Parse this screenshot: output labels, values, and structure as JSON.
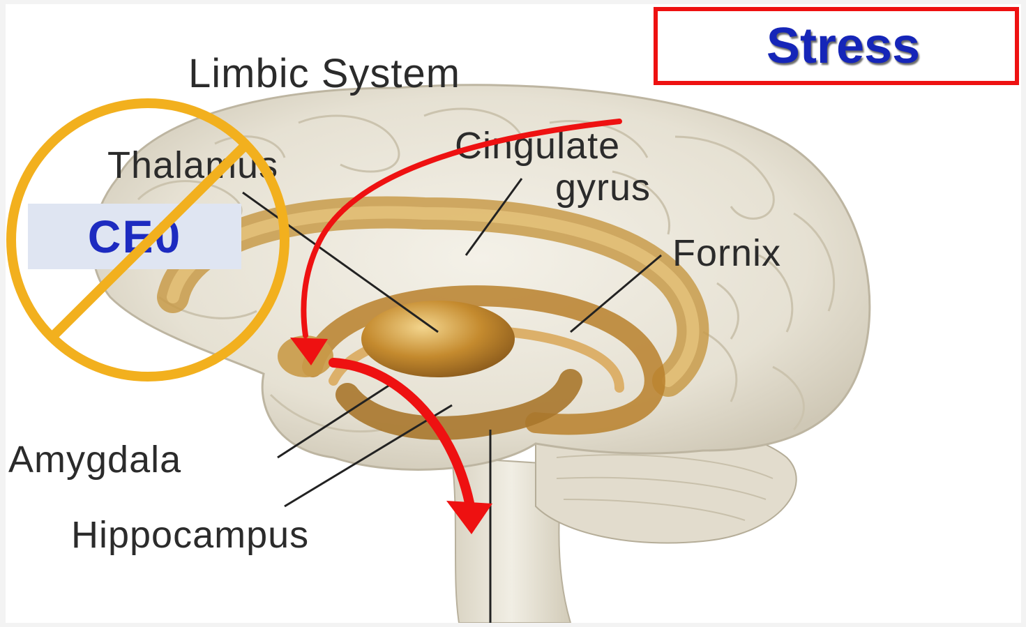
{
  "title": "Limbic System",
  "badge": {
    "text": "Stress",
    "border_color": "#ee1111",
    "text_color": "#1525b8"
  },
  "overlay": {
    "text": "CE0",
    "symbol_color": "#f2b01e",
    "symbol": "prohibition-circle"
  },
  "labels": {
    "thalamus": "Thalamus",
    "cingulate_gyrus_line1": "Cingulate",
    "cingulate_gyrus_line2": "gyrus",
    "fornix": "Fornix",
    "amygdala": "Amygdala",
    "hippocampus": "Hippocampus"
  },
  "arrow_color": "#ee1111"
}
